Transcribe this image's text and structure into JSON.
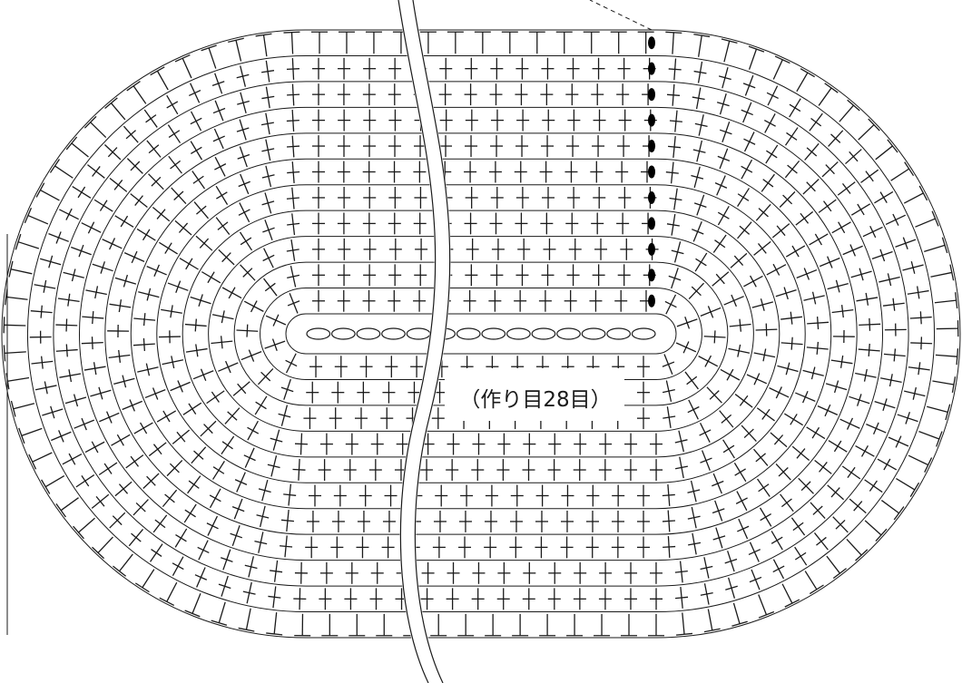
{
  "diagram": {
    "caption": "（作り目28目）",
    "foundation_chain_count": 28,
    "rounds": [
      {
        "round": 1,
        "stitch": "sc"
      },
      {
        "round": 2,
        "stitch": "sc"
      },
      {
        "round": 3,
        "stitch": "sc"
      },
      {
        "round": 4,
        "stitch": "sc"
      },
      {
        "round": 5,
        "stitch": "sc"
      },
      {
        "round": 6,
        "stitch": "sc"
      },
      {
        "round": 7,
        "stitch": "sc"
      },
      {
        "round": 8,
        "stitch": "sc"
      },
      {
        "round": 9,
        "stitch": "sc"
      },
      {
        "round": 10,
        "stitch": "sc"
      },
      {
        "round": 11,
        "stitch": "hdc"
      }
    ],
    "symbols": [
      "single-crochet",
      "increase",
      "half-double-crochet",
      "chain",
      "slip-stitch"
    ],
    "colors": {
      "line": "#1a1a1a",
      "background": "#ffffff",
      "slip_stitch": "#000000"
    }
  }
}
